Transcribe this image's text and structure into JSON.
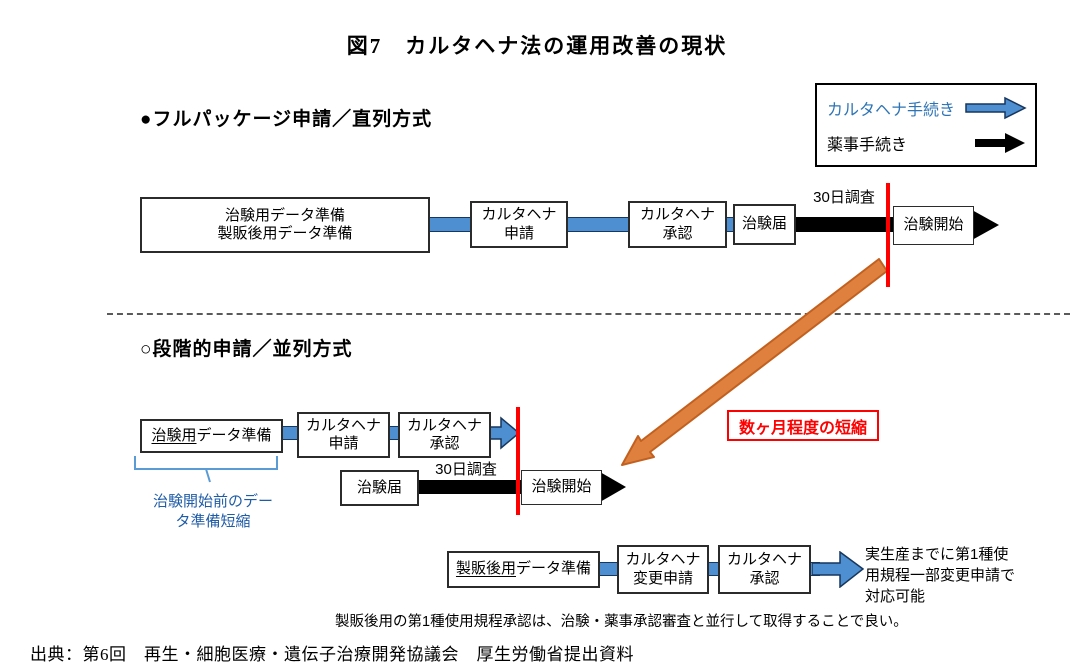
{
  "title": "図7　カルタヘナ法の運用改善の現状",
  "legend": {
    "cartagena_label": "カルタヘナ手続き",
    "pharma_label": "薬事手続き"
  },
  "colors": {
    "cartagena_arrow": "#4E8FD1",
    "cartagena_arrow_border": "#17375E",
    "pharma_arrow": "#000000",
    "milestone_line": "#FF0000",
    "shorten_arrow": "#E0803E",
    "legend_blue_text": "#2E74B5",
    "annotation_blue_text": "#1F5CA8",
    "highlight_red": "#FF0000"
  },
  "serial": {
    "heading": "●フルパッケージ申請／直列方式",
    "prep_line1": "治験用データ準備",
    "prep_line2": "製販後用データ準備",
    "apply_line1": "カルタヘナ",
    "apply_line2": "申請",
    "approve_line1": "カルタヘナ",
    "approve_line2": "承認",
    "notify": "治験届",
    "survey": "30日調査",
    "start": "治験開始"
  },
  "staged": {
    "heading": "○段階的申請／並列方式",
    "prep_underlined": "治験用",
    "prep_rest": "データ準備",
    "apply_line1": "カルタヘナ",
    "apply_line2": "申請",
    "approve_line1": "カルタヘナ",
    "approve_line2": "承認",
    "notify": "治験届",
    "survey": "30日調査",
    "start": "治験開始",
    "brace_note_line1": "治験開始前のデー",
    "brace_note_line2": "タ準備短縮",
    "shorten_label": "数ヶ月程度の短縮"
  },
  "postmarket": {
    "prep_underlined": "製販後用",
    "prep_rest": "データ準備",
    "change_apply_line1": "カルタヘナ",
    "change_apply_line2": "変更申請",
    "approve_line1": "カルタヘナ",
    "approve_line2": "承認",
    "result_line1": "実生産までに第1種使",
    "result_line2": "用規程一部変更申請で",
    "result_line3": "対応可能"
  },
  "footnote": "製販後用の第1種使用規程承認は、治験・薬事承認審査と並行して取得することで良い。",
  "source": "出典：第6回　再生・細胞医療・遺伝子治療開発協議会　厚生労働省提出資料"
}
